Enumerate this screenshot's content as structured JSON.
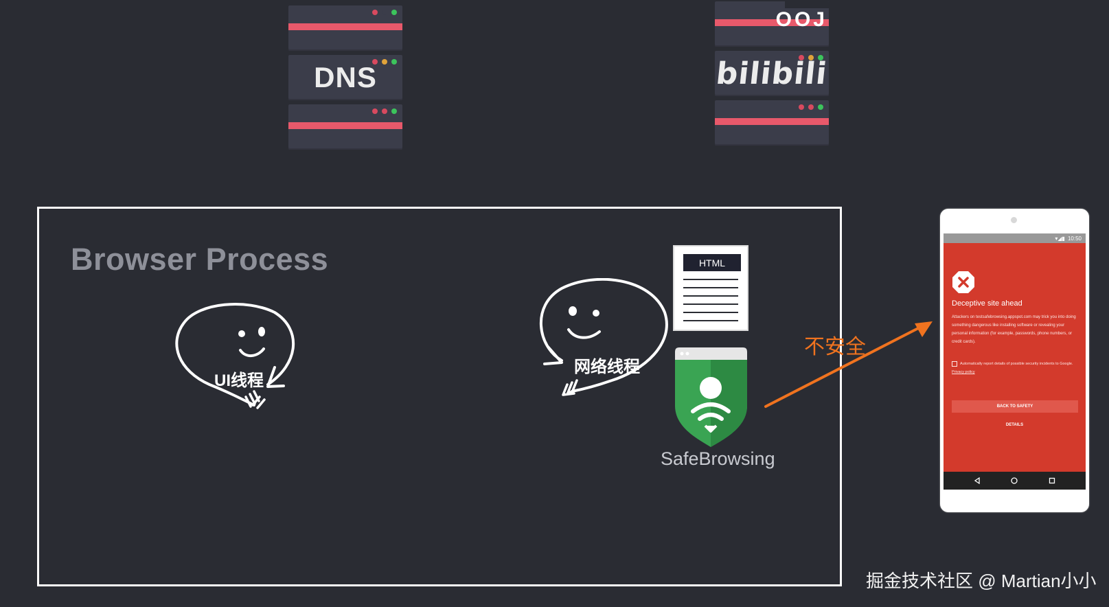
{
  "servers": {
    "dns_label": "DNS",
    "bilibili_label": "bilibili",
    "top_partial_label": "OOJ"
  },
  "process": {
    "title": "Browser Process",
    "ui_thread_label": "UI线程",
    "network_thread_label": "网络线程"
  },
  "html_doc": {
    "tag": "HTML"
  },
  "safe_browsing": {
    "label": "SafeBrowsing"
  },
  "arrow": {
    "label": "不安全",
    "color": "#f0731f"
  },
  "phone": {
    "status_time": "10:50",
    "warning_title": "Deceptive site ahead",
    "warning_body": "Attackers on testsafebrowsing.appspot.com may trick you into doing something dangerous like installing software or revealing your personal information (for example, passwords, phone numbers, or credit cards).",
    "checkbox_text": "Automatically report details of possible security incidents to Google.",
    "privacy_link": "Privacy policy",
    "back_button": "BACK TO SAFETY",
    "details_button": "DETAILS"
  },
  "watermark": "掘金技术社区 @ Martian小小",
  "colors": {
    "background": "#2a2c33",
    "server": "#3b3d4a",
    "server_stripe": "#e8596b",
    "warning_red": "#d33a2c",
    "safebrowsing_green": "#3aa453"
  }
}
